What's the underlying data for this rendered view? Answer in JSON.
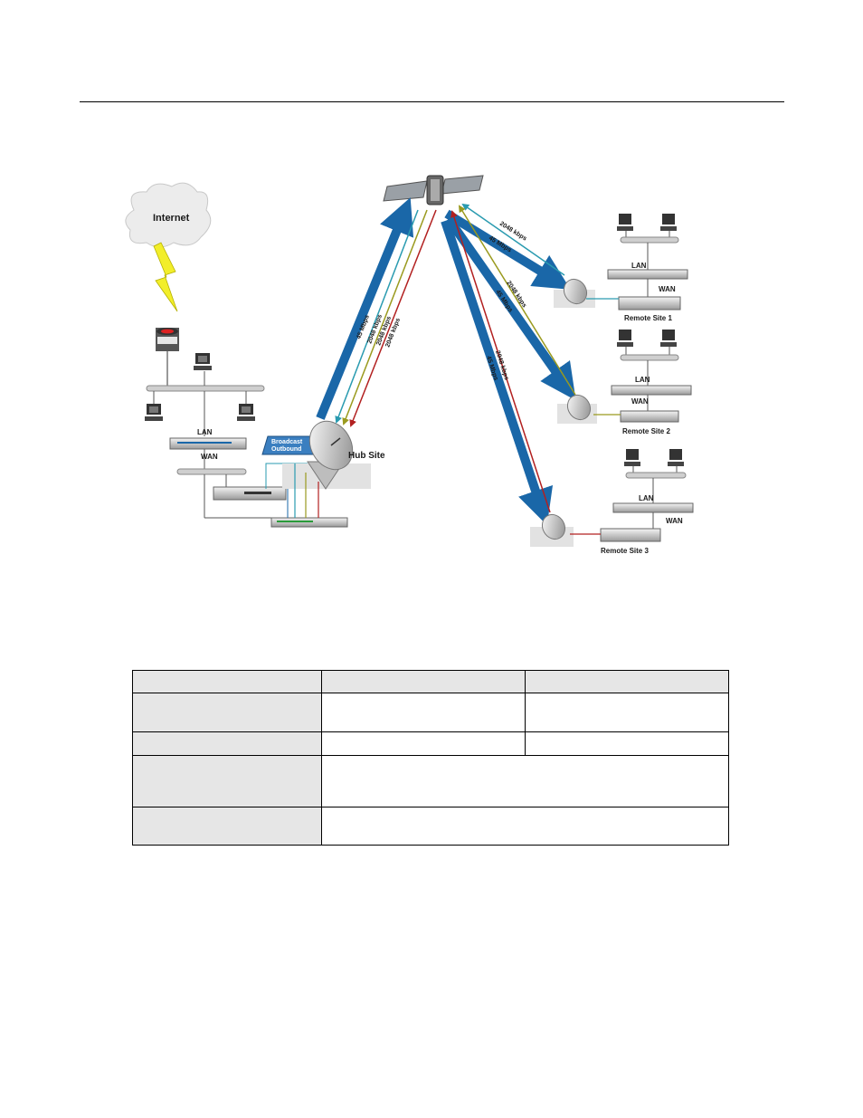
{
  "diagram": {
    "internet_label": "Internet",
    "hub_label": "Hub Site",
    "broadcast_label_line1": "Broadcast",
    "broadcast_label_line2": "Outbound",
    "hub_lan_label": "LAN",
    "hub_wan_label": "WAN",
    "remote_sites": [
      {
        "label": "Remote Site 1",
        "lan": "LAN",
        "wan": "WAN"
      },
      {
        "label": "Remote Site 2",
        "lan": "LAN",
        "wan": "WAN"
      },
      {
        "label": "Remote Site 3",
        "lan": "LAN",
        "wan": "WAN"
      }
    ],
    "hub_links": [
      "45 Mbps",
      "2048 kbps",
      "2048 kbps",
      "2048 kbps"
    ],
    "site1_links": [
      "2048 kbps",
      "45 Mbps"
    ],
    "site2_links": [
      "2048 kbps",
      "45 Mbps"
    ],
    "site3_links": [
      "2048 kbps",
      "45 Mbps"
    ],
    "colors": {
      "broadcast_blue": "#1a67a8",
      "teal": "#2a9bb0",
      "olive": "#9a9a1e",
      "red": "#b22020",
      "lightning": "#f2ee2a"
    }
  },
  "table": {
    "rows": [
      {
        "cells": [
          "",
          "",
          ""
        ]
      },
      {
        "cells": [
          "",
          "",
          ""
        ]
      },
      {
        "cells": [
          "",
          "",
          ""
        ]
      },
      {
        "cells": [
          "",
          ""
        ]
      },
      {
        "cells": [
          "",
          ""
        ]
      }
    ]
  }
}
